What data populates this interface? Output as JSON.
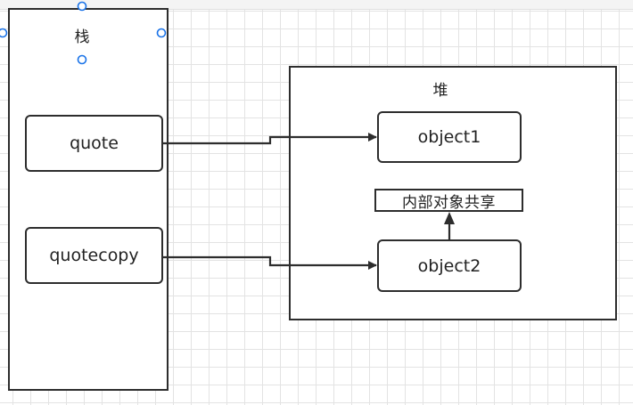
{
  "colors": {
    "stroke": "#2d2d2d",
    "text": "#222222",
    "grid": "#e3e3e3",
    "selection_handle": "#1a73e8"
  },
  "diagram": {
    "stack": {
      "title": "栈",
      "items": [
        {
          "label": "quote"
        },
        {
          "label": "quotecopy"
        }
      ]
    },
    "heap": {
      "title": "堆",
      "objects": [
        {
          "label": "object1"
        },
        {
          "label": "object2"
        }
      ],
      "shared_note": "内部对象共享"
    },
    "edges": [
      {
        "from": "quote",
        "to": "object1"
      },
      {
        "from": "quotecopy",
        "to": "object2"
      },
      {
        "from": "object2",
        "to": "内部对象共享"
      }
    ],
    "selected": "stack"
  }
}
